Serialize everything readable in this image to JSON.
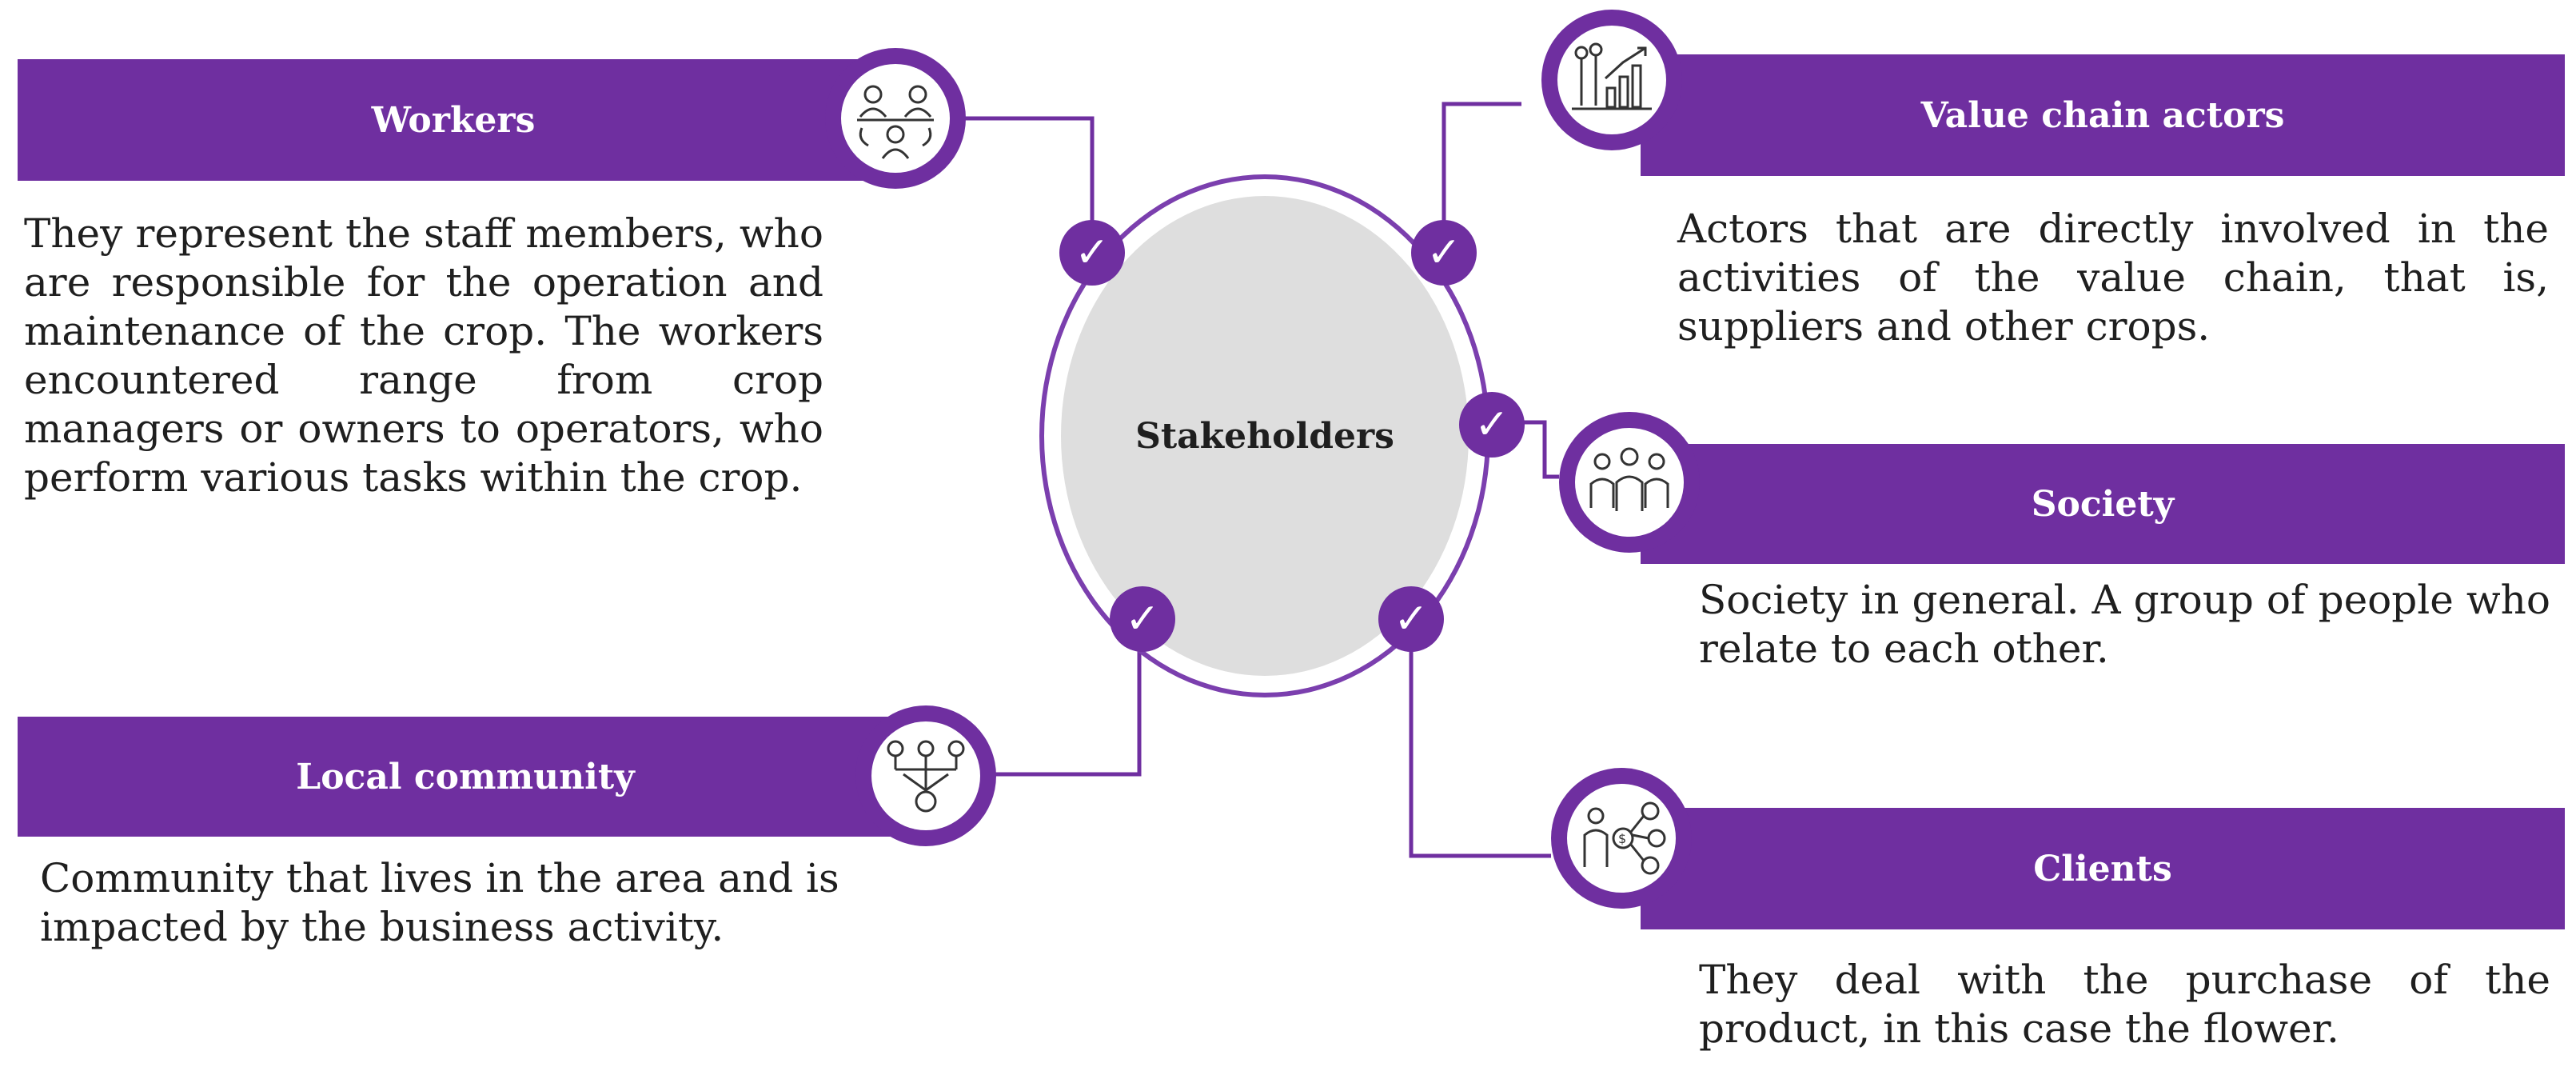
{
  "center": {
    "label": "Stakeholders"
  },
  "colors": {
    "accent": "#6f2fa0",
    "hub_fill": "#dedede",
    "text": "#1f1f1f"
  },
  "stakeholders": [
    {
      "key": "workers",
      "title": "Workers",
      "description": "They represent the staff members, who are responsible for the operation and maintenance of the crop. The workers encountered range from crop managers or owners to operators, who perform various tasks within the crop.",
      "icon": "team-meeting-icon"
    },
    {
      "key": "value-chain-actors",
      "title": "Value chain actors",
      "description": "Actors that are directly involved in the activities of the value chain, that is, suppliers and other crops.",
      "icon": "growth-chart-people-icon"
    },
    {
      "key": "society",
      "title": "Society",
      "description": "Society in general. A group of people who relate to each other.",
      "icon": "people-group-icon"
    },
    {
      "key": "local-community",
      "title": "Local community",
      "description": "Community that lives in the area and is impacted by the business activity.",
      "icon": "community-network-icon"
    },
    {
      "key": "clients",
      "title": "Clients",
      "description": "They deal with the purchase of the product, in this case the flower.",
      "icon": "client-network-icon"
    }
  ],
  "check_icon": "checkmark-icon"
}
